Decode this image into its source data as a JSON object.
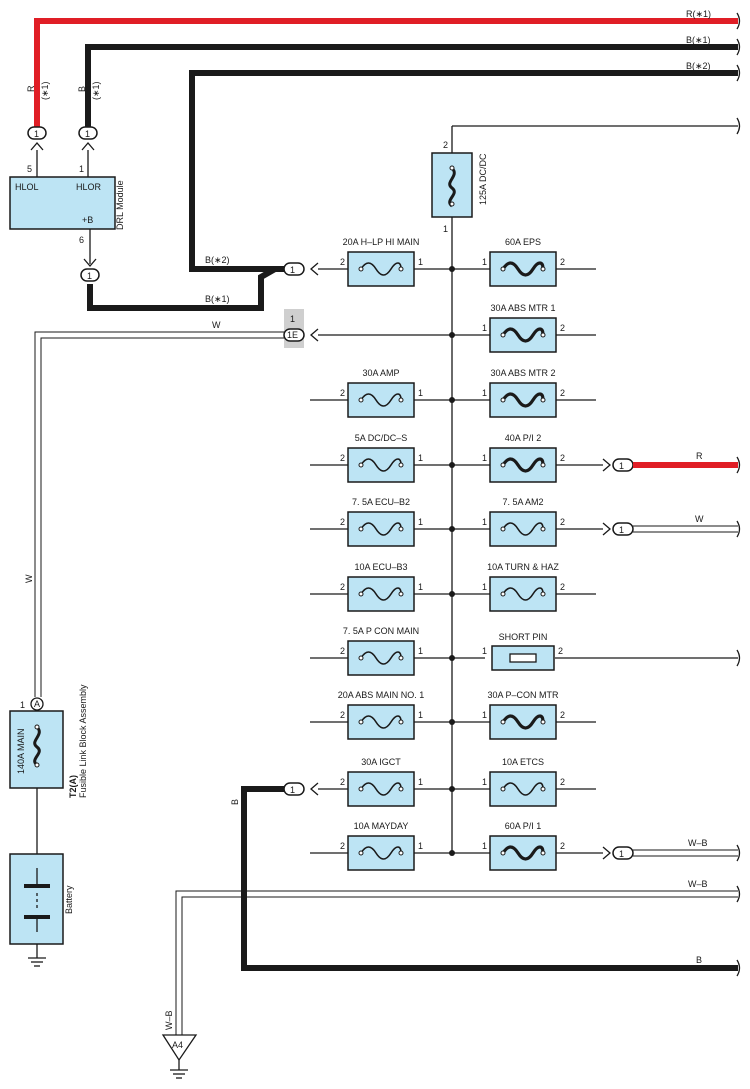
{
  "colors": {
    "fuse": "#bde4f4",
    "red_wire": "#e01e26",
    "black": "#1a1a1a",
    "shade": "#cfcfcf"
  },
  "right_wires": {
    "r1": "R(∗1)",
    "b1": "B(∗1)",
    "b2": "B(∗2)"
  },
  "drl": {
    "name": "DRL Module",
    "hlol": "HLOL",
    "hlor": "HLOR",
    "plus_b": "+B",
    "pin_hlol": "5",
    "pin_hlor": "1",
    "pin_plus_b": "6",
    "conn_label": "1",
    "wire_r": "R",
    "wire_r_note": "(∗1)",
    "wire_b": "B",
    "wire_b_note": "(∗1)",
    "label_b2": "B(∗2)",
    "label_b1": "B(∗1)"
  },
  "dcdc": {
    "name": "125A DC/DC",
    "pin_top": "2",
    "pin_bottom": "1"
  },
  "left_fuses": [
    {
      "name": "20A H–LP HI MAIN",
      "pin_left": "2",
      "pin_right": "1"
    },
    {
      "name": "30A AMP",
      "pin_left": "2",
      "pin_right": "1"
    },
    {
      "name": "5A DC/DC–S",
      "pin_left": "2",
      "pin_right": "1"
    },
    {
      "name": "7. 5A ECU–B2",
      "pin_left": "2",
      "pin_right": "1"
    },
    {
      "name": "10A ECU–B3",
      "pin_left": "2",
      "pin_right": "1"
    },
    {
      "name": "7. 5A P CON MAIN",
      "pin_left": "2",
      "pin_right": "1"
    },
    {
      "name": "20A ABS MAIN NO. 1",
      "pin_left": "2",
      "pin_right": "1"
    },
    {
      "name": "30A IGCT",
      "pin_left": "2",
      "pin_right": "1"
    },
    {
      "name": "10A MAYDAY",
      "pin_left": "2",
      "pin_right": "1"
    }
  ],
  "right_fuses": [
    {
      "name": "60A EPS",
      "pin_left": "1",
      "pin_right": "2"
    },
    {
      "name": "30A ABS MTR 1",
      "pin_left": "1",
      "pin_right": "2"
    },
    {
      "name": "30A ABS MTR 2",
      "pin_left": "1",
      "pin_right": "2"
    },
    {
      "name": "40A P/I 2",
      "pin_left": "1",
      "pin_right": "2"
    },
    {
      "name": "7. 5A AM2",
      "pin_left": "1",
      "pin_right": "2"
    },
    {
      "name": "10A TURN & HAZ",
      "pin_left": "1",
      "pin_right": "2"
    },
    {
      "name": "SHORT PIN",
      "pin_left": "1",
      "pin_right": "2"
    },
    {
      "name": "30A P–CON MTR",
      "pin_left": "1",
      "pin_right": "2"
    },
    {
      "name": "10A ETCS",
      "pin_left": "1",
      "pin_right": "2"
    },
    {
      "name": "60A P/I 1",
      "pin_left": "1",
      "pin_right": "2"
    }
  ],
  "connectors": {
    "c1": "1",
    "c1e": "1E",
    "c1e_pin": "1",
    "c_a": "A",
    "c_a_pin": "1",
    "out_r": "1",
    "out_w": "1",
    "out_wb": "1",
    "igct": "1",
    "ground_a4": "A4"
  },
  "wires": {
    "w_top": "W",
    "w_left": "W",
    "r_out": "R",
    "w_out": "W",
    "wb_out": "W–B",
    "wb_lower": "W–B",
    "b_bottom": "B",
    "b_vertical": "B",
    "wb_vertical": "W–B"
  },
  "main": {
    "name": "140A MAIN",
    "assembly_code": "T2(A)",
    "assembly_name": "Fusible Link Block Assembly"
  },
  "battery": {
    "name": "Battery"
  }
}
